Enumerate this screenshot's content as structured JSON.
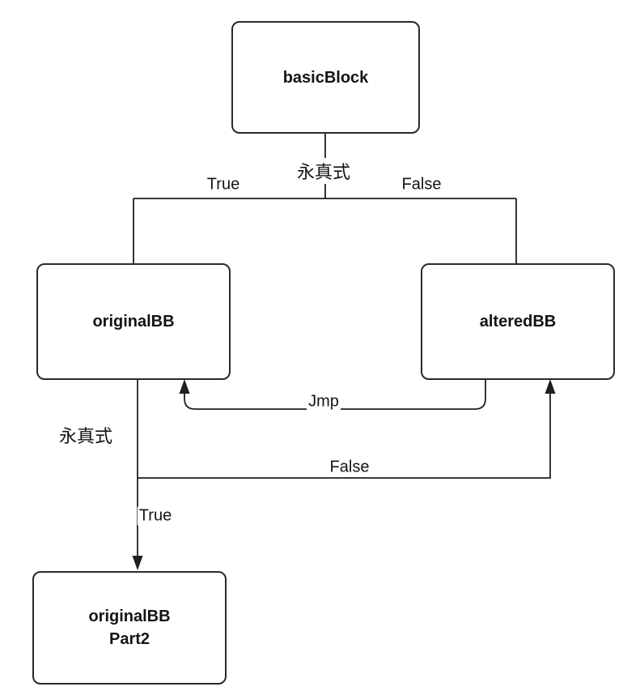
{
  "diagram": {
    "nodes": {
      "basicBlock": {
        "label": "basicBlock"
      },
      "originalBB": {
        "label": "originalBB"
      },
      "alteredBB": {
        "label": "alteredBB"
      },
      "originalBBPart2": {
        "label": "originalBB\nPart2"
      }
    },
    "edge_labels": {
      "tautology_top": "永真式",
      "true_top": "True",
      "false_top": "False",
      "jmp": "Jmp",
      "tautology_bottom": "永真式",
      "false_bottom": "False",
      "true_bottom": "True"
    },
    "colors": {
      "background": "#ffffff",
      "line": "#1f1f1f",
      "text": "#141414",
      "node_fill": "#ffffff",
      "node_border": "#2a2a2a"
    }
  }
}
